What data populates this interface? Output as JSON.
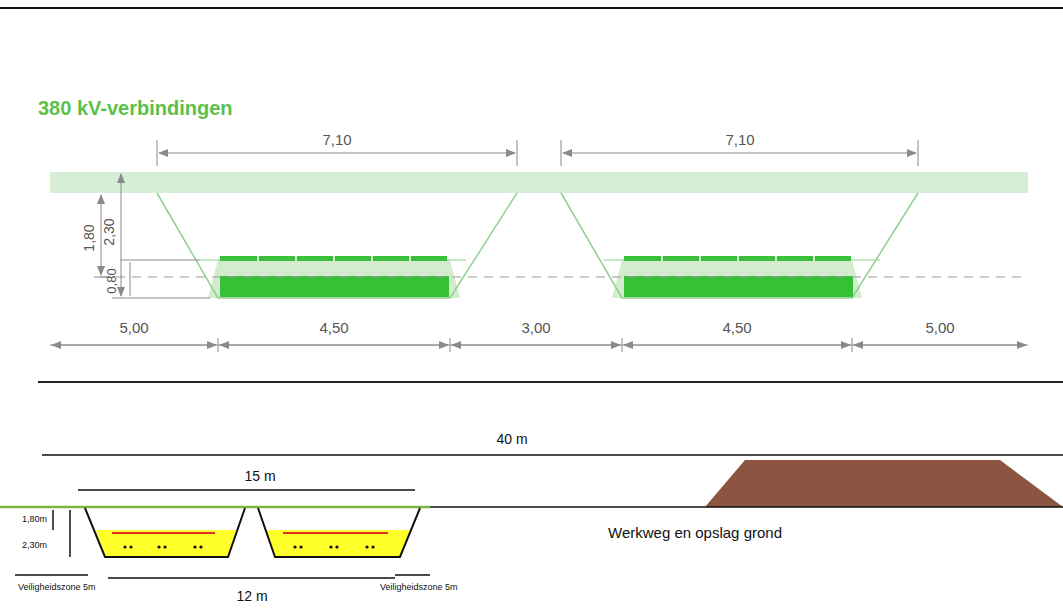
{
  "diagram": {
    "title": "380 kV-verbindingen",
    "labels": [
      "7,10",
      "7,10",
      "1,80",
      "2,30",
      "0,80",
      "5,00",
      "4,50",
      "3,00",
      "4,50",
      "5,00",
      "40 m",
      "15 m",
      "1,80m",
      "2,30m",
      "Werkweg en opslag grond",
      "Veiligheidszone 5m",
      "12 m",
      "Veiligheidszone 5m"
    ]
  }
}
